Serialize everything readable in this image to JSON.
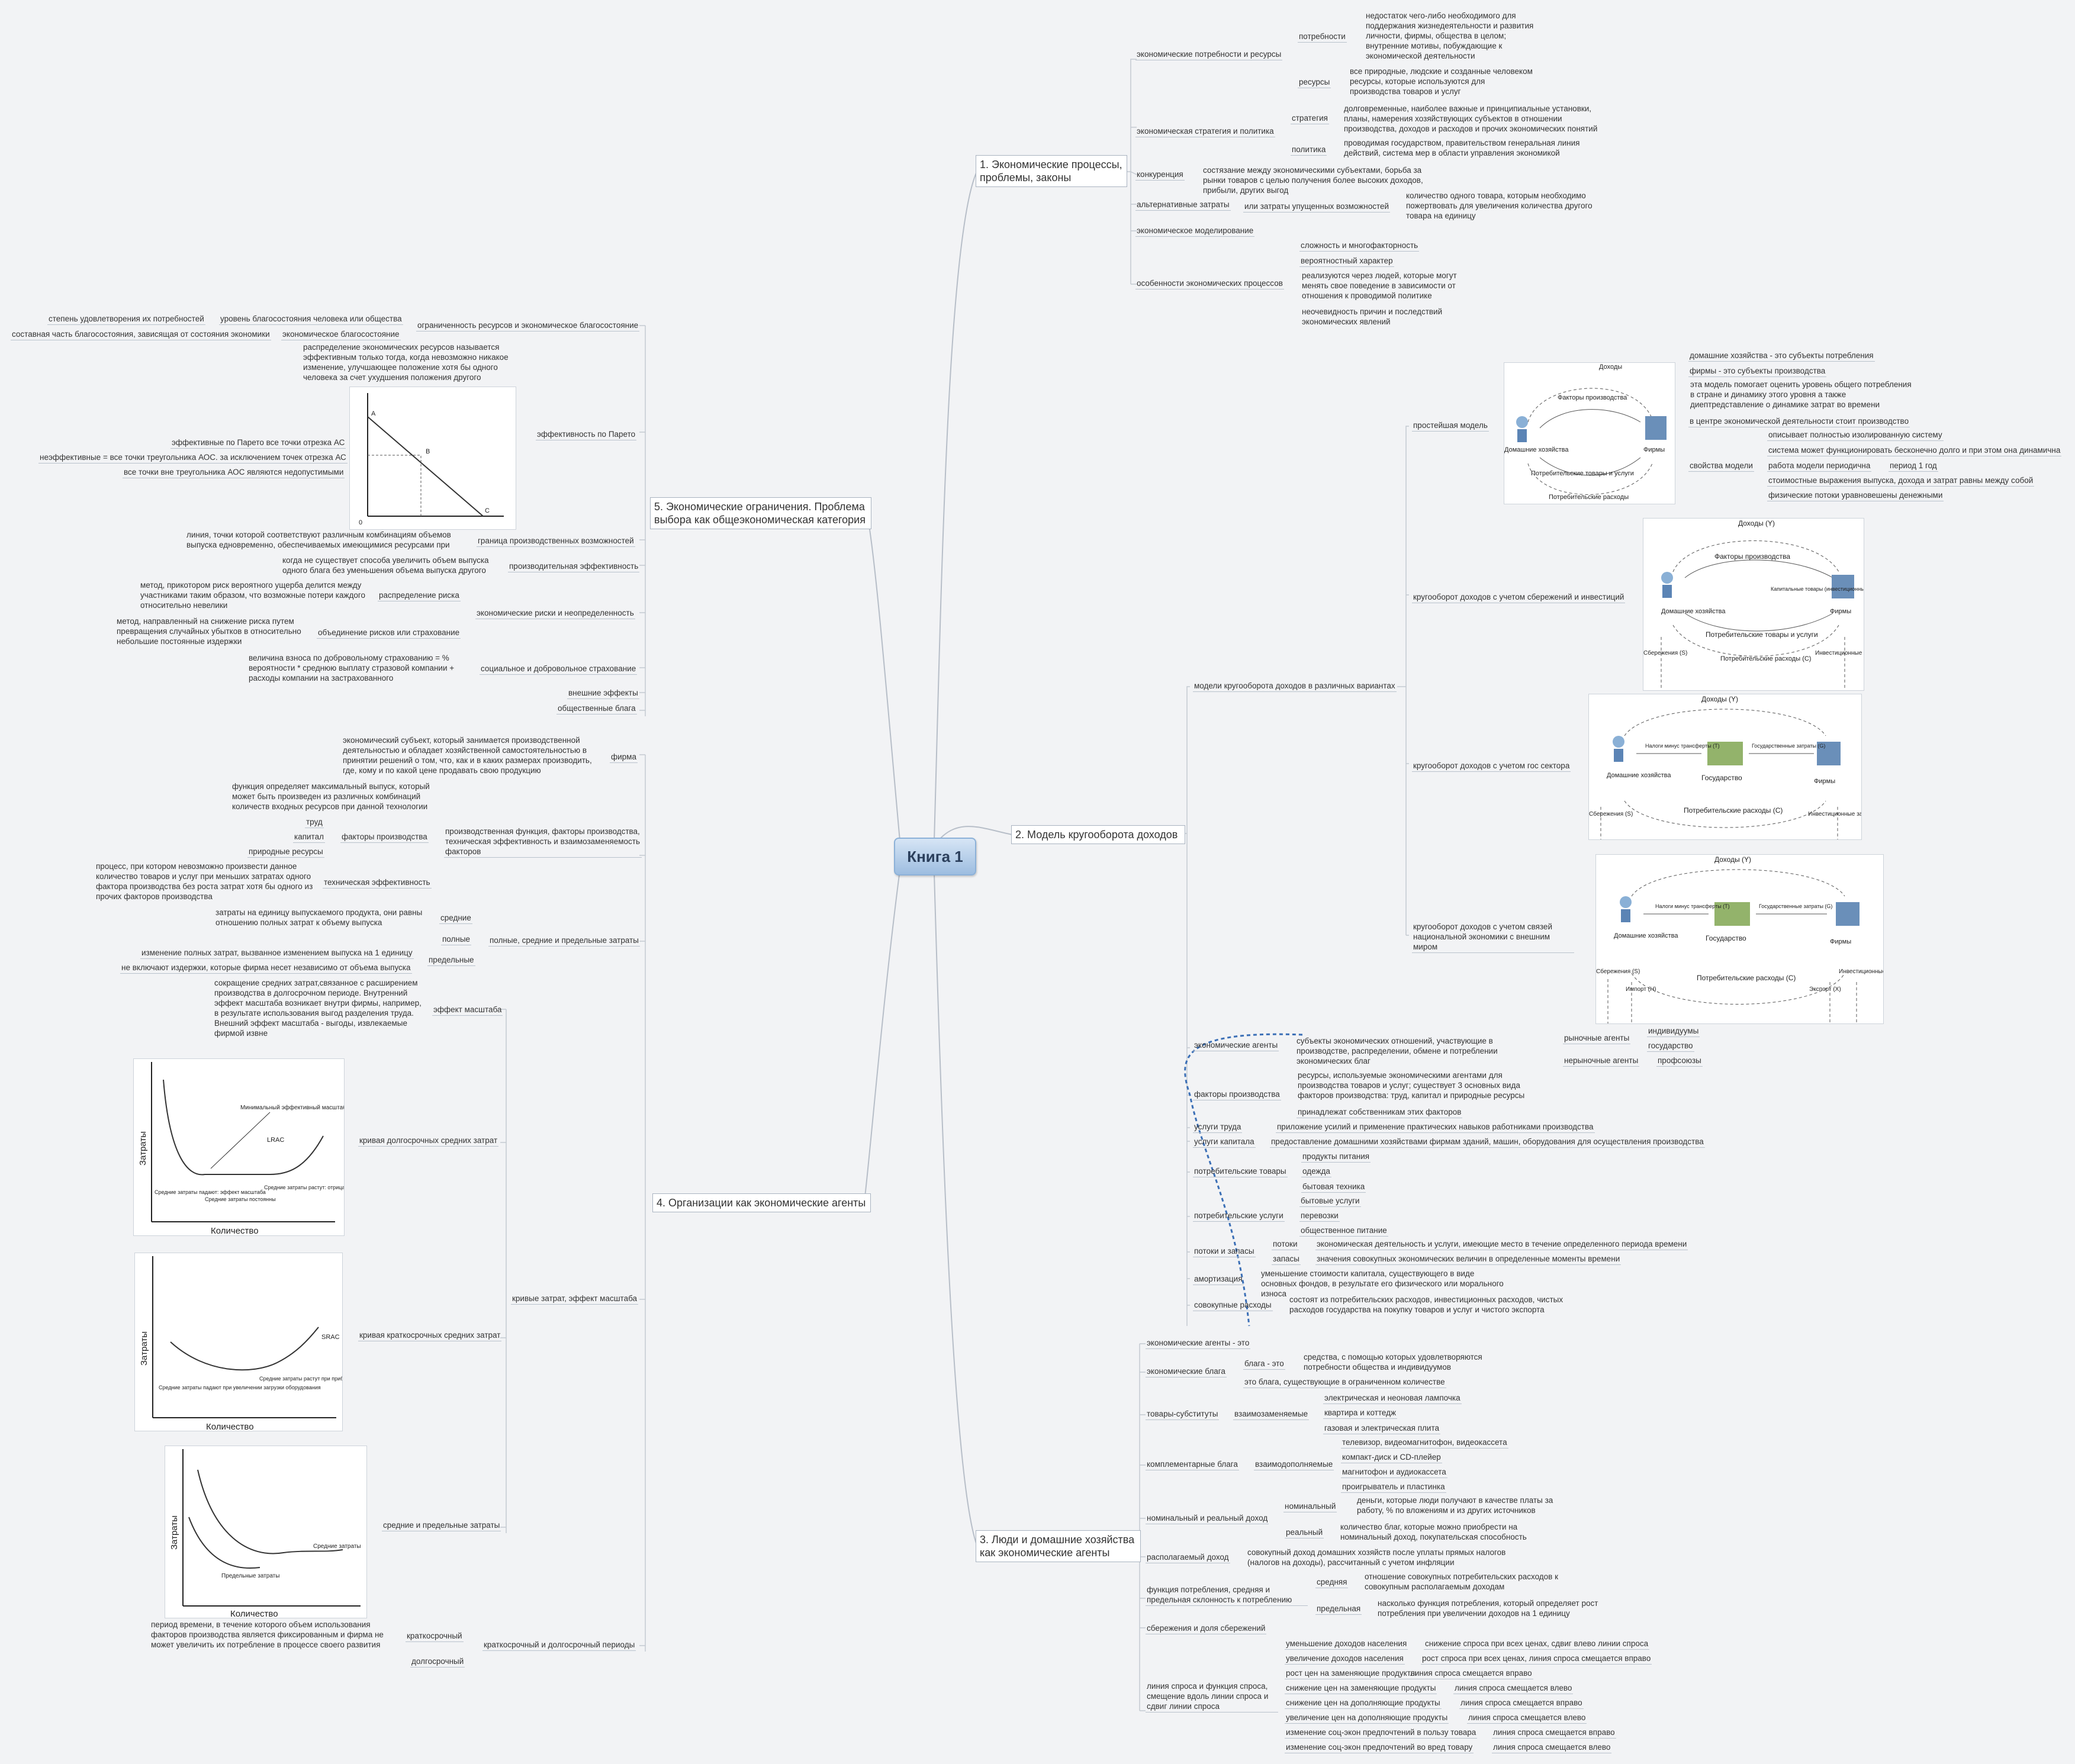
{
  "central": "Книга 1",
  "branches": {
    "b1": "1. Экономические процессы, проблемы, законы",
    "b2": "2. Модель кругооборота доходов",
    "b3": "3. Люди и домашние хозяйства как экономические агенты",
    "b4": "4. Организации как экономические агенты",
    "b5": "5. Экономические ограничения. Проблема выбора как общеэкономическая категория"
  },
  "s1": {
    "needs_res": "экономические потребности и ресурсы",
    "needs": "потребности",
    "needs_def": "недостаток чего-либо необходимого для поддержания жизнедеятельности и развития личности, фирмы, общества в целом; внутренние мотивы, побуждающие к экономической деятельности",
    "res": "ресурсы",
    "res_def": "все природные, людские и созданные человеком ресурсы, которые используются для производства товаров и услуг",
    "strat_pol": "экономическая стратегия и политика",
    "strat": "стратегия",
    "strat_def": "долговременные, наиболее важные и принципиальные установки, планы, намерения хозяйствующих субъектов в отношении производства, доходов и расходов и прочих экономических понятий",
    "pol": "политика",
    "pol_def": "проводимая государством, правительством генеральная линия действий, система мер в области управления экономикой",
    "comp": "конкуренция",
    "comp_def": "состязание между экономическими субъектами, борьба за рынки товаров с целью получения более высоких доходов, прибыли, других выгод",
    "alt": "альтернативные затраты",
    "alt2": "или затраты упущенных возможностей",
    "alt_def": "количество одного товара, которым необходимо пожертвовать для увеличения количества другого товара на единицу",
    "model": "экономическое моделирование",
    "feat": "особенности экономических процессов",
    "f1": "сложность и многофакторность",
    "f2": "вероятностный характер",
    "f3": "реализуются через людей, которые могут менять свое поведение в зависимости от отношения к проводимой политике",
    "f4": "неочевидность причин и последствий экономических явлений"
  },
  "s2": {
    "models": "модели кругооборота доходов в различных вариантах",
    "m1": "простейшая модель",
    "m1a": "домашние хозяйства - это субъекты потребления",
    "m1b": "фирмы - это субъекты производства",
    "m1c": "эта модель помогает оценить уровень общего потребления в стране и динамику этого уровня а также диептредставление о динамике затрат во времени",
    "m1d": "в центре экономической деятельности стоит производство",
    "props": "свойства модели",
    "p1": "описывает полностью изолированную систему",
    "p2": "система может функционировать бесконечно долго и при этом она динамична",
    "p3": "работа модели периодична",
    "p3b": "период 1 год",
    "p4": "стоимостные выражения выпуска, дохода и затрат равны между собой",
    "p5": "физические потоки уравновешены денежными",
    "m2": "кругооборот доходов с учетом сбережений и инвестиций",
    "m3": "кругооборот доходов с учетом гос сектора",
    "m4": "кругооборот доходов с учетом связей национальной экономики с внешним миром",
    "agents": "экономические агенты",
    "agents_def": "субъекты экономических отношений, участвующие в производстве, распределении, обмене и потреблении экономических благ",
    "market": "рыночные агенты",
    "nonmarket": "нерыночные агенты",
    "ind": "индивидуумы",
    "gov": "государство",
    "unions": "профсоюзы",
    "factors": "факторы производства",
    "factors_def": "ресурсы, используемые экономическими агентами для производства товаров и услуг; существует 3 основных вида факторов производства: труд, капитал и природные ресурсы",
    "factors_own": "принадлежат собственникам этих факторов",
    "labor": "услуги труда",
    "labor_def": "приложение усилий и применение практических навыков работниками производства",
    "capital": "услуги капитала",
    "capital_def": "предоставление домашними хозяйствами фирмам зданий, машин, оборудования для осуществления производства",
    "cgoods": "потребительские товары",
    "cg1": "продукты питания",
    "cg2": "одежда",
    "cg3": "бытовая техника",
    "cserv": "потребительские услуги",
    "cs1": "бытовые услуги",
    "cs2": "перевозки",
    "cs3": "общественное питание",
    "flows": "потоки и запасы",
    "fl": "потоки",
    "fl_def": "экономическая деятельность и услуги, имеющие место в течение определенного периода времени",
    "st": "запасы",
    "st_def": "значения совокупных экономических величин в определенные моменты времени",
    "amort": "амортизация",
    "amort_def": "уменьшение стоимости капитала, существующего в виде основных фондов, в результате его физического или морального износа",
    "agg": "совокупные расходы",
    "agg_def": "состоят из потребительских расходов, инвестиционных расходов, чистых расходов государства на покупку товаров и услуг и чистого экспорта"
  },
  "s3": {
    "agents": "экономические агенты - это",
    "goods": "экономические блага",
    "goods_is": "блага - это",
    "goods_def": "средства, с помощью которых удовлетворяются потребности общества и индивидуумов",
    "goods_lim": "это блага, существующие в ограниченном количестве",
    "subst": "товары-субституты",
    "subst2": "взаимозаменяемые",
    "sb1": "электрическая и неоновая лампочка",
    "sb2": "квартира и коттедж",
    "sb3": "газовая и электрическая плита",
    "compl": "комплементарные блага",
    "compl2": "взаимодополняемые",
    "cp1": "телевизор, видеомагнитофон, видеокассета",
    "cp2": "компакт-диск и CD-плейер",
    "cp3": "магнитофон и аудиокассета",
    "cp4": "проигрыватель и пластинка",
    "income": "номинальный и реальный доход",
    "nominal": "номинальный",
    "nominal_def": "деньги, которые люди получают в качестве платы за работу, % по вложениям и из других источников",
    "real": "реальный",
    "real_def": "количество благ, которые можно приобрести на номинальный доход, покупательская способность",
    "disp": "располагаемый доход",
    "disp_def": "совокупный доход домашних хозяйств после уплаты прямых налогов (налогов на доходы), рассчитанный с учетом инфляции",
    "cons": "функция потребления, средняя и предельная склонность к потреблению",
    "avg": "средняя",
    "avg_def": "отношение совокупных потребительских расходов к совокупным располагаемым доходам",
    "marg": "предельная",
    "marg_def": "насколько функция потребления, который определяет рост потребления при увеличении доходов на 1 единицу",
    "savings": "сбережения и доля сбережений",
    "demand": "линия спроса  и функция спроса, смещение вдоль линии спроса и сдвиг линии спроса",
    "d": [
      [
        "уменьшение доходов населения",
        "снижение спроса при всех ценах, сдвиг влево линии спроса"
      ],
      [
        "увеличение доходов населения",
        "рост спроса при всех ценах, линия спроса смещается вправо"
      ],
      [
        "рост цен на заменяющие продукты",
        "линия спроса смещается вправо"
      ],
      [
        "снижение цен на заменяющие продукты",
        "линия спроса смещается влево"
      ],
      [
        "снижение цен на дополняющие продукты",
        "линия спроса смещается вправо"
      ],
      [
        "увеличение цен на дополняющие продукты",
        "линия спроса смещается влево"
      ],
      [
        "изменение соц-экон предпочтений в пользу товара",
        "линия спроса смещается вправо"
      ],
      [
        "изменение соц-экон предпочтений во вред товару",
        "линия спроса смещается влево"
      ]
    ]
  },
  "s4": {
    "firm": "фирма",
    "firm_def": "экономический субъект, который занимается производственной деятельностью и обладает хозяйственной самостоятельностью в принятии решений о том, что, как и в каких размерах производить, где, кому и по какой цене продавать свою продукцию",
    "prodfn": "производственная функция, факторы производства, техническая эффективность и взаимозаменяемость факторов",
    "pf_def": "функция определяет максимальный выпуск, который может быть произведен из различных комбинаций количеств входных ресурсов при данной технологии",
    "fp": "факторы производства",
    "fp1": "труд",
    "fp2": "капитал",
    "fp3": "природные ресурсы",
    "te": "техническая эффективность",
    "te_def": "процесс, при котором невозможно произвести данное количество товаров и услуг при меньших затратах одного фактора производства без роста затрат хотя бы одного из прочих факторов производства",
    "costs": "полные, средние и предельные затраты",
    "avg": "средние",
    "avg_def": "затраты на единицу выпускаемого продукта, они равны отношению полных затрат к объему выпуска",
    "full": "полные",
    "marg": "предельные",
    "marg1": "изменение полных затрат, вызванное изменением выпуска на 1 единицу",
    "marg2": "не включают издержки, которые фирма несет независимо от объема выпуска",
    "curves": "кривые затрат, эффект масштаба",
    "scale": "эффект масштаба",
    "scale_def": "сокращение средних затрат,связанное с расширением производства в долгосрочном периоде. Внутренний эффект масштаба возникает внутри фирмы, например, в результате использования выгод разделения труда. Внешний эффект масштаба - выгоды, извлекаемые фирмой извне",
    "lrac": "кривая долгосрочных средних затрат",
    "srac": "кривая краткосрочных средних затрат",
    "am": "средние и предельные затраты",
    "periods": "краткосрочный и долгосрочный периоды",
    "short": "краткосрочный",
    "short_def": "период времени, в течение которого объем использования факторов производства является фиксированным и фирма не может увеличить их потребление в процессе своего развития",
    "long": "долгосрочный"
  },
  "s5": {
    "lim": "ограниченность ресурсов и экономическое благосостояние",
    "wel": "экономическое благосостояние",
    "lvl": "уровень благосостояния человека или общества",
    "sat": "степень удовлетворения их потребностей",
    "part": "составная часть благосостояния, зависящая от состояния экономики",
    "par": "эффективность по Парето",
    "par_def": "распределение экономических ресурсов называется эффективным только тогда, когда невозможно никакое изменение, улучшающее положение хотя бы одного человека за счет ухудшения положения другого",
    "par1": "эффективные по Парето все точки отрезка АС",
    "par2": "неэффективные = все точки треугольника АОС. за исключением точек отрезка АС",
    "par3": "все точки вне треугольника АОС являются недопустимыми",
    "ppf": "граница производственных возможностей",
    "ppf_def": "линия, точки которой соответствуют различным комбинациям объемов выпуска едновременно, обеспечиваемых имеющимися ресурсами при",
    "pe": "производительная эффективность",
    "pe_def": "когда не существует способа увеличить объем выпуска одного блага без уменьшения объема выпуска другого",
    "risk": "экономические риски и неопределенность",
    "rd": "распределение риска",
    "rd_def": "метод, прикотором риск вероятного ущерба делится между участниками таким образом, что возможные потери каждого относительно невелики",
    "rp": "объединение рисков или страхование",
    "rp_def": "метод, направленный на снижение риска путем превращения случайных убытков в относительно небольшие постоянные издержки",
    "ins": "социальное и добровольное страхование",
    "ins_def": "величина взноса по добровольному страхованию = % вероятности * среднюю выплату стразовой компании + расходы компании на застрахованного",
    "ext": "внешние эффекты",
    "pub": "общественные блага"
  },
  "circ": {
    "income": "Доходы",
    "income_y": "Доходы (Y)",
    "factors": "Факторы производства",
    "hh": "Домашние хозяйства",
    "firms": "Фирмы",
    "goods": "Потребительские товары и услуги",
    "spend": "Потребительские расходы",
    "spend_c": "Потребительские расходы (C)",
    "capgoods": "Капитальные товары (инвестиционные)",
    "sav": "Сбережения (S)",
    "inv": "Инвестиционные затраты (I)",
    "tax": "Налоги минус трансферты (T)",
    "govp": "Государственные затраты (G)",
    "gov": "Государство",
    "imp": "Импорт (H)",
    "exp": "Экспорт (X)"
  },
  "charts": {
    "pareto_a": "A",
    "pareto_b": "B",
    "pareto_c": "C",
    "pareto_o": "0",
    "costs_y": "Затраты",
    "qty": "Количество",
    "min_eff": "Минимальный эффективный масштаб",
    "lrac": "LRAC",
    "lr_fall": "Средние затраты падают: эффект масштаба",
    "lr_const": "Средние затраты постоянны",
    "lr_rise": "Средние затраты растут: отрицательный эффект масштаба",
    "srac": "SRAC",
    "sr_fall": "Средние затраты падают при увеличении загрузки оборудования",
    "sr_rise": "Средние затраты растут при приближении к максимально-возможному выпуску",
    "avg_c": "Средние затраты",
    "marg_c": "Предельные затраты"
  }
}
